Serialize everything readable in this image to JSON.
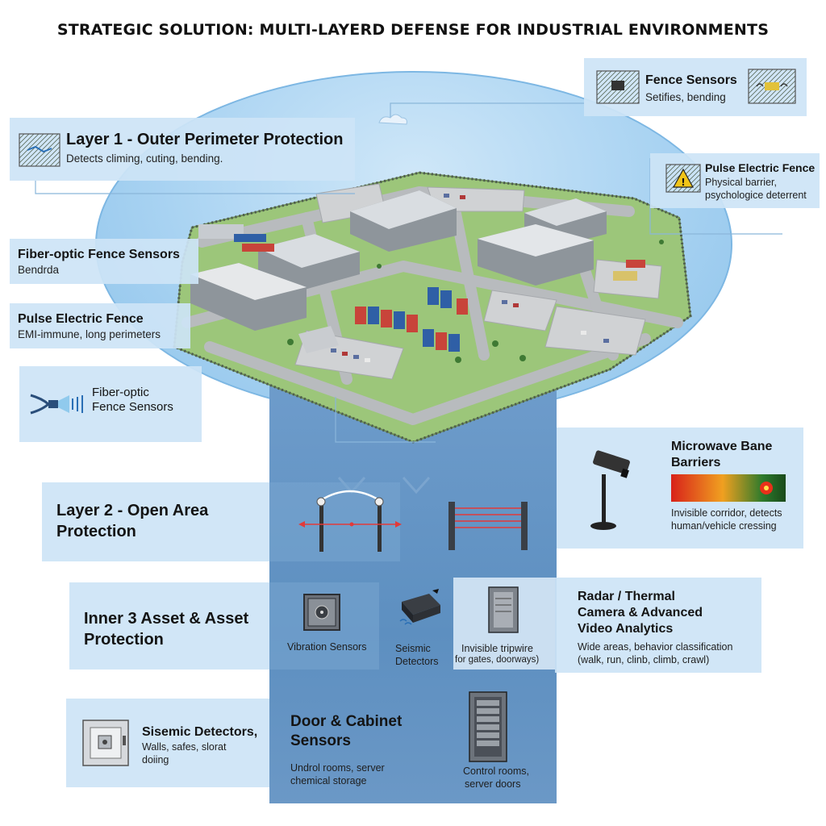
{
  "title": "STRATEGIC SOLUTION: MULTI-LAYERD DEFENSE FOR INDUSTRIAL ENVIRONMENTS",
  "fence_sensors": {
    "title": "Fence Sensors",
    "desc": "Setifies, bending"
  },
  "layer1": {
    "title": "Layer 1 - Outer Perimeter Protection",
    "desc": "Detects climing, cuting, bending."
  },
  "pulse_fence_top": {
    "title": "Pulse Electric Fence",
    "desc_line1": "Physical barrier,",
    "desc_line2": "psychologice deterrent"
  },
  "fiber_optic_1": {
    "title": "Fiber-optic Fence Sensors",
    "desc": "Bendrda"
  },
  "pulse_fence_left": {
    "title": "Pulse Electric Fence",
    "desc": "EMI-immune, long perimeters"
  },
  "fiber_optic_2": {
    "line1": "Fiber-optic",
    "line2": "Fence Sensors"
  },
  "microwave": {
    "title_line1": "Microwave Bane",
    "title_line2": "Barriers",
    "desc_line1": "Invisible corridor, detects",
    "desc_line2": "human/vehicle cressing"
  },
  "layer2": {
    "line1": "Layer 2 - Open Area",
    "line2": "Protection"
  },
  "inner3": {
    "line1": "Inner 3 Asset & Asset",
    "line2": "Protection"
  },
  "vibration": {
    "label": "Vibration Sensors"
  },
  "seismic": {
    "line1": "Seismic",
    "line2": "Detectors"
  },
  "tripwire": {
    "line1": "Invisible tripwire",
    "line2": "for gates, doorways)"
  },
  "radar": {
    "title_line1": "Radar / Thermal",
    "title_line2": "Camera & Advanced",
    "title_line3": "Video Analytics",
    "desc_line1": "Wide areas, behavior classification",
    "desc_line2": "(walk, run, clinb, climb, crawl)"
  },
  "sisemic": {
    "title": "Sisemic Detectors,",
    "desc_line1": "Walls, safes, slorat",
    "desc_line2": "doiing"
  },
  "door_cabinet": {
    "title_line1": "Door & Cabinet",
    "title_line2": "Sensors",
    "desc_line1": "Undrol rooms, server",
    "desc_line2": "chemical storage"
  },
  "control_rooms": {
    "line1": "Control rooms,",
    "line2": "server doors"
  },
  "colors": {
    "dome": "#a9d3f2",
    "column": "#5d8fc0",
    "panel": "#cde4f6",
    "laser": "#e23a3a",
    "ground": "#9bc47a",
    "road": "#b9bcbf"
  }
}
